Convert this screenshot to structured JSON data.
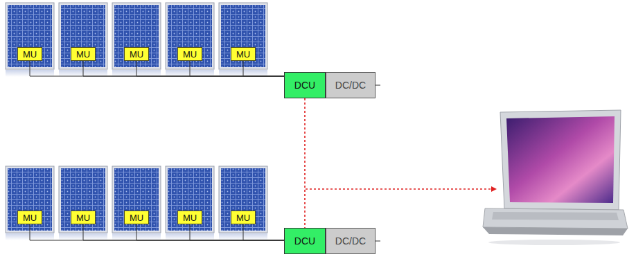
{
  "diagram": {
    "nodes": [
      {
        "text": [
          "MU"
        ]
      },
      {
        "text": [
          "MU"
        ]
      },
      {
        "text": [
          "MU"
        ]
      },
      {
        "text": [
          "MU"
        ]
      },
      {
        "text": [
          "MU"
        ]
      },
      {
        "text": [
          "DCU"
        ]
      },
      {
        "text": [
          "DC/DC"
        ]
      },
      {
        "text": [
          "MU"
        ]
      },
      {
        "text": [
          "MU"
        ]
      },
      {
        "text": [
          "MU"
        ]
      },
      {
        "text": [
          "MU"
        ]
      },
      {
        "text": [
          "MU"
        ]
      },
      {
        "text": [
          "DCU"
        ]
      },
      {
        "text": [
          "DC/DC"
        ]
      }
    ],
    "edges": [
      {
        "from": 0,
        "to": 5,
        "arrow": "none"
      },
      {
        "from": 1,
        "to": 5,
        "arrow": "none"
      },
      {
        "from": 2,
        "to": 5,
        "arrow": "none"
      },
      {
        "from": 3,
        "to": 5,
        "arrow": "none"
      },
      {
        "from": 4,
        "to": 5,
        "arrow": "none"
      },
      {
        "from": 7,
        "to": 12,
        "arrow": "none"
      },
      {
        "from": 8,
        "to": 12,
        "arrow": "none"
      },
      {
        "from": 9,
        "to": 12,
        "arrow": "none"
      },
      {
        "from": 10,
        "to": 12,
        "arrow": "none"
      },
      {
        "from": 11,
        "to": 12,
        "arrow": "none"
      },
      {
        "from": 5,
        "to": 12,
        "arrow": "none"
      }
    ]
  }
}
